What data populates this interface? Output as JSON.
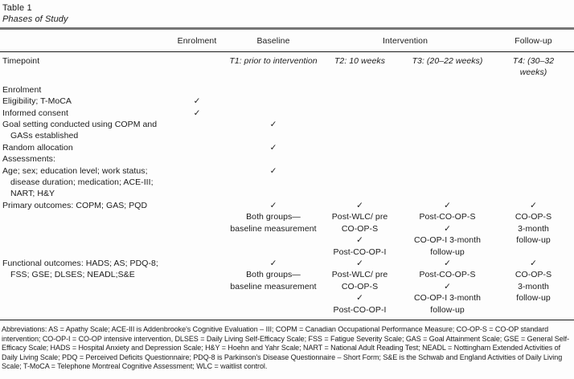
{
  "page": {
    "title": "Table 1",
    "caption": "Phases of Study"
  },
  "table": {
    "check_glyph": "✓",
    "header": {
      "columns": [
        {
          "label": "Enrolment",
          "span": 1
        },
        {
          "label": "Baseline",
          "span": 1
        },
        {
          "label": "Intervention",
          "span": 2
        },
        {
          "label": "Follow-up",
          "span": 1
        }
      ]
    },
    "rows": [
      {
        "name": "timepoint",
        "italic_cells": true,
        "gap_after": true,
        "label_lines": [
          "Timepoint"
        ],
        "cells": [
          [],
          [
            "T1: prior to intervention"
          ],
          [
            "T2: 10 weeks"
          ],
          [
            "T3: (20–22 weeks)"
          ],
          [
            "T4: (30–32",
            "weeks)"
          ]
        ]
      },
      {
        "name": "enrolment-section",
        "label_lines": [
          "Enrolment"
        ],
        "cells": [
          [],
          [],
          [],
          [],
          []
        ]
      },
      {
        "name": "eligibility",
        "label_lines": [
          "Eligibility; T-MoCA"
        ],
        "cells": [
          [
            "✓"
          ],
          [],
          [],
          [],
          []
        ]
      },
      {
        "name": "informed-consent",
        "label_lines": [
          "Informed consent"
        ],
        "cells": [
          [
            "✓"
          ],
          [],
          [],
          [],
          []
        ]
      },
      {
        "name": "goal-setting",
        "label_lines": [
          "Goal setting conducted using COPM and",
          "GASs established"
        ],
        "cells": [
          [],
          [
            "✓"
          ],
          [],
          [],
          []
        ]
      },
      {
        "name": "random-allocation",
        "label_lines": [
          "Random allocation"
        ],
        "cells": [
          [],
          [
            "✓"
          ],
          [],
          [],
          []
        ]
      },
      {
        "name": "assessments-section",
        "label_lines": [
          "Assessments:"
        ],
        "cells": [
          [],
          [],
          [],
          [],
          []
        ]
      },
      {
        "name": "demographics",
        "label_lines": [
          "Age; sex; education level; work status;",
          "disease duration; medication; ACE-III;",
          "NART; H&Y"
        ],
        "cells": [
          [],
          [
            "✓"
          ],
          [],
          [],
          []
        ]
      },
      {
        "name": "primary-outcomes",
        "label_lines": [
          "Primary outcomes: COPM; GAS; PQD"
        ],
        "cells": [
          [],
          [
            "✓",
            "Both groups—",
            "baseline measurement"
          ],
          [
            "✓",
            "Post-WLC/ pre",
            "CO-OP-S",
            "✓",
            "Post-CO-OP-I"
          ],
          [
            "✓",
            "Post-CO-OP-S",
            "✓",
            "CO-OP-I 3-month",
            "follow-up"
          ],
          [
            "✓",
            "CO-OP-S",
            "3-month",
            "follow-up"
          ]
        ]
      },
      {
        "name": "functional-outcomes",
        "label_lines": [
          "Functional outcomes: HADS; AS; PDQ-8;",
          "FSS; GSE; DLSES; NEADL;S&E"
        ],
        "cells": [
          [],
          [
            "✓",
            "Both groups—",
            "baseline measurement"
          ],
          [
            "✓",
            "Post-WLC/ pre",
            "CO-OP-S",
            "✓",
            "Post-CO-OP-I"
          ],
          [
            "✓",
            "Post-CO-OP-S",
            "✓",
            "CO-OP-I 3-month",
            "follow-up"
          ],
          [
            "✓",
            "CO-OP-S",
            "3-month",
            "follow-up"
          ]
        ]
      }
    ]
  },
  "footnote": "Abbreviations: AS = Apathy Scale; ACE-III is Addenbrooke's Cognitive Evaluation – III; COPM = Canadian Occupational Performance Measure; CO-OP-S = CO-OP standard intervention; CO-OP-I = CO-OP intensive intervention, DLSES = Daily Living Self-Efficacy Scale; FSS = Fatigue Severity Scale; GAS = Goal Attainment Scale; GSE = General Self-Efficacy Scale; HADS = Hospital Anxiety and Depression Scale; H&Y = Hoehn and Yahr Scale; NART = National Adult Reading Test; NEADL = Nottingham Extended Activities of Daily Living Scale; PDQ = Perceived Deficits Questionnaire; PDQ-8 is Parkinson's Disease Questionnaire – Short Form; S&E is the Schwab and England Activities of Daily Living Scale; T-MoCA = Telephone Montreal Cognitive Assessment; WLC = waitlist control."
}
